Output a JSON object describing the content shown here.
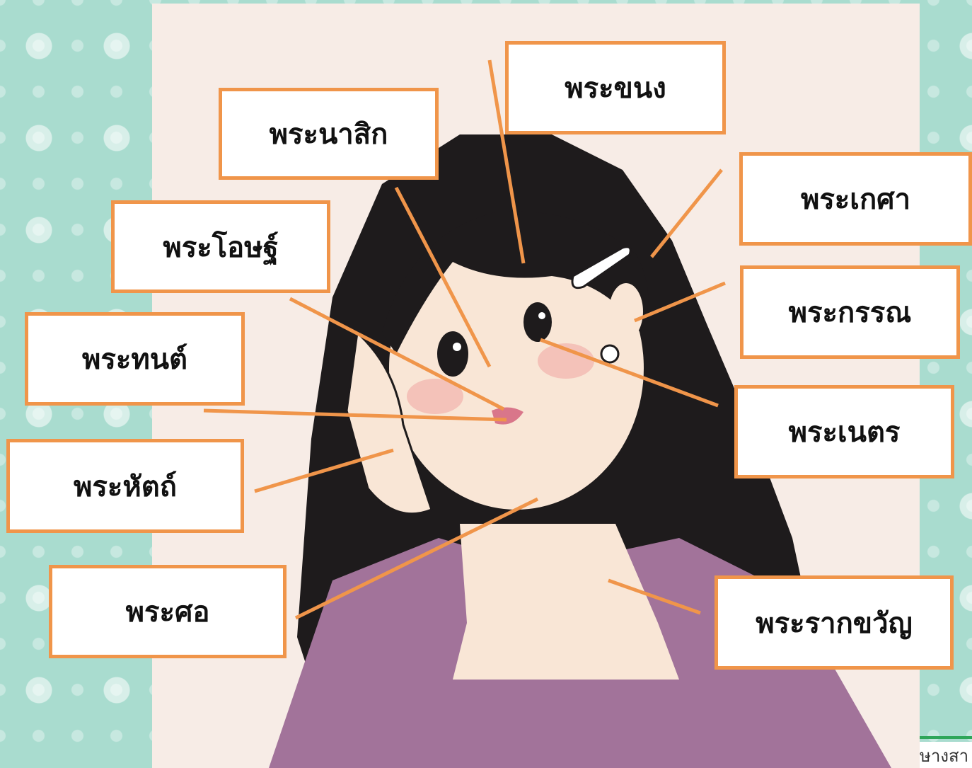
{
  "labels": {
    "eyebrow": "พระขนง",
    "nose": "พระนาสิก",
    "hair": "พระเกศา",
    "lips": "พระโอษฐ์",
    "ear": "พระกรรณ",
    "teeth": "พระทนต์",
    "eyes": "พระเนตร",
    "hand": "พระหัตถ์",
    "neck": "พระศอ",
    "collarbone": "พระรากขวัญ"
  },
  "footer": {
    "text": "ษางสา"
  },
  "colors": {
    "border": "#f0954a",
    "leader_line": "#f0954a",
    "background": "#a9dccf",
    "panel": "#f7ece6",
    "hair": "#1e1b1c",
    "skin": "#f9e6d6",
    "dress": "#a2739a"
  }
}
